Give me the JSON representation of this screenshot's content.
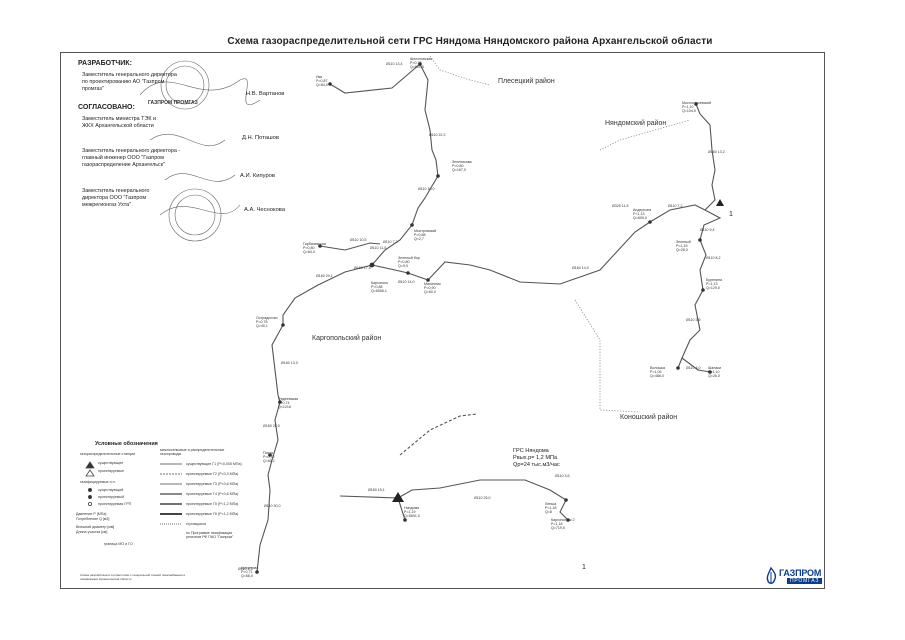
{
  "title": "Схема газораспределительной сети ГРС Няндома Няндомского района Архангельской области",
  "approval": {
    "developer_heading": "РАЗРАБОТЧИК:",
    "developer_role": "Заместитель генерального директора по проектированию АО \"Газпром промгаз\"",
    "developer_sign": "Н.В. Вартанов",
    "agreed_heading": "СОГЛАСОВАНО:",
    "agreed1_role": "Заместитель министра ТЭК и ЖКХ Архангельской области",
    "agreed1_sign": "Д.Н. Поташов",
    "agreed2_role": "Заместитель генерального директора - главный инженер ООО \"Газпром газораспределение Архангельск\"",
    "agreed2_sign": "А.И. Кипуров",
    "agreed3_role": "Заместитель генерального директора ООО \"Газпром межрегионгаз Ухта\"",
    "agreed3_sign": "А.А. Чеснокова",
    "stamp_text": "ГАЗПРОМ ПРОМГАЗ"
  },
  "regions": {
    "plesetsky": "Плесецкий район",
    "nyandomsky": "Няндомский район",
    "kargopolsky": "Каргопольский район",
    "konoshsky": "Коношский район"
  },
  "grs": {
    "line1": "ГРС Няндома",
    "line2": "Рвых.р= 1,2 МПа",
    "line3": "Qр=24 тыс.м3/час"
  },
  "map_numbers": {
    "one_top": "1",
    "one_bottom": "1"
  },
  "settlements": [
    {
      "name": "Шелоховская",
      "p": "Р=0,76",
      "q": "Q=601,5"
    },
    {
      "name": "Ики",
      "p": "Р=0,87",
      "q": "Q=84,0"
    },
    {
      "name": "Зеленикова",
      "p": "Р=0,80",
      "q": "Q=167,0"
    },
    {
      "name": "Мыстровский",
      "p": "Р=0,88",
      "q": "Q=2,7"
    },
    {
      "name": "Гарбачевская",
      "p": "Р=0,80",
      "q": "Q=64,0"
    },
    {
      "name": "Каргополь",
      "p": "Р=0,88",
      "q": "Q=6556,1"
    },
    {
      "name": "Зеленый бор",
      "p": "Р=0,80",
      "q": "Q=9,0"
    },
    {
      "name": "Малинник",
      "p": "Р=0,90",
      "q": "Q=60,0"
    },
    {
      "name": "Остраднотки",
      "p": "Р=0,78",
      "q": "Q=40,1"
    },
    {
      "name": "Фадеевская",
      "p": "Р=0,74",
      "q": "Q=1216"
    },
    {
      "name": "Пихта",
      "p": "Р=0,72",
      "q": "Q=60,1"
    },
    {
      "name": "Кречетово",
      "p": "Р=0,71",
      "q": "Q=68,0"
    },
    {
      "name": "Мостостроевский",
      "p": "Р=1,10",
      "q": "Q=104,0"
    },
    {
      "name": "Андерсона",
      "p": "Р=1,13",
      "q": "Q=609,0"
    },
    {
      "name": "Зеленый",
      "p": "Р=1,15",
      "q": "Q=28,0"
    },
    {
      "name": "Буренина",
      "p": "Р=1,13",
      "q": "Q=129,0"
    },
    {
      "name": "Волошка",
      "p": "Р=1,05",
      "q": "Q=488,0"
    },
    {
      "name": "Шалаки",
      "p": "Р=1,10",
      "q": "Q=26,0"
    },
    {
      "name": "Няндома",
      "p": "Р=1,19",
      "q": "Q=6691,0"
    },
    {
      "name": "Каргопольск 2",
      "p": "Р=1,18",
      "q": "Q=719,5"
    },
    {
      "name": "Лепша",
      "p": "Р=1,18",
      "q": "Q=8"
    }
  ],
  "segments": [
    "Ø110 13,4",
    "Ø110 22,2",
    "Ø110 10,0",
    "Ø110 7,2",
    "Ø110 10,5",
    "Ø110 11,0",
    "Ø160 20,1",
    "Ø160 17,5",
    "Ø160 13,0",
    "Ø160 25,0",
    "Ø110 14,0",
    "Ø110 30,0",
    "Ø160 13,2",
    "Ø110 7,2",
    "Ø110 9,4",
    "Ø110 8,2",
    "Ø110 3,6",
    "Ø160 14,0",
    "Ø110 4,0",
    "Ø110 25,0",
    "Ø160 15,1",
    "Ø110 3,6",
    "Ø110 4,3",
    "Ø325 11,5"
  ],
  "legend": {
    "title": "Условные обозначения",
    "col1_head": "газораспределительные станции",
    "col2_head": "межпоселковые и распределительные газопроводы",
    "items_left": [
      "существующие",
      "проектируемые",
      "газифицируемые н.п.",
      "существующий",
      "проектируемый",
      "проектируемая ГРП"
    ],
    "items_right": [
      "существующие Г1 (Р<0,005 МПа)",
      "проектируемые Г2 (Р<0,3 МПа)",
      "проектируемые Г3 (Р<0,6 МПа)",
      "проектируемые Г4 (Р<0,6 МПа)",
      "проектируемые Г5 (Р<1,2 МПа)",
      "проектируемые Г6 (Р<1,2 МПа)",
      "строящиеся",
      "по Программе газификации регионов РФ ПАО \"Газпром\""
    ],
    "pressure_note": "Давление Р [МПа]",
    "flow_note": "Потребление Q [м3]",
    "diam_note": "Внешний диаметр [мм]",
    "length_note": "Длина участка [км]",
    "bottom_note": "граница МО и ГО"
  },
  "footer_note": "Схема разработана в соответствии с генеральной схемой газоснабжения и газификации Архангельской области",
  "logo": {
    "brand": "ГАЗПРОМ",
    "sub": "ПРОМГАЗ",
    "color": "#0a3d91"
  }
}
